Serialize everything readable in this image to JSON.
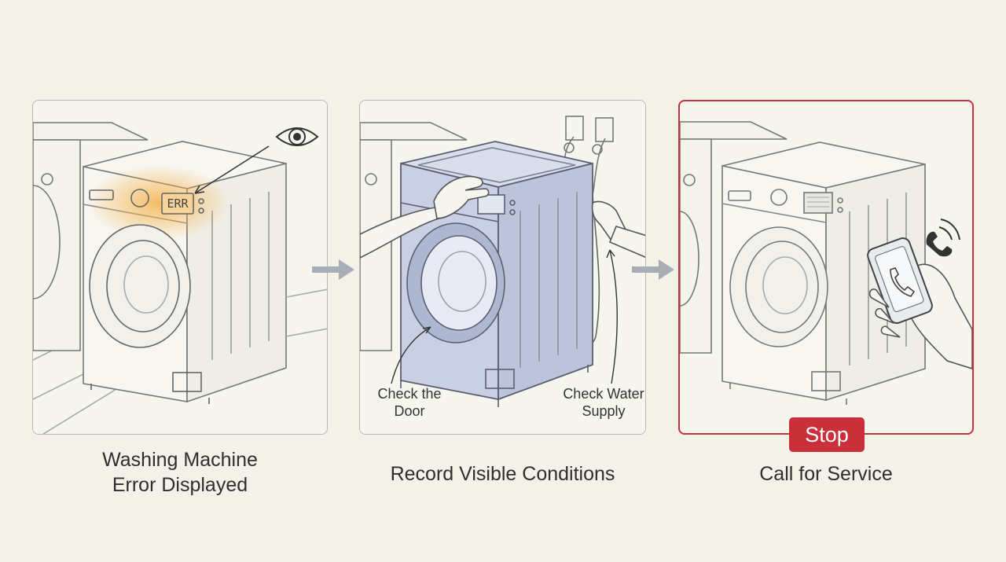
{
  "steps": [
    {
      "caption": "Washing Machine\nError Displayed",
      "display_text": "ERR"
    },
    {
      "caption": "Record Visible Conditions",
      "notes": [
        "Check the\nDoor",
        "Check Water\nSupply"
      ]
    },
    {
      "caption": "Call for Service",
      "badge": "Stop"
    }
  ],
  "colors": {
    "highlight": "#f5b24a",
    "stop": "#c9303a",
    "machine_tint": "#c9d0e3"
  },
  "icons": [
    "eye-icon",
    "arrow-right-icon",
    "phone-icon",
    "call-waves-icon"
  ]
}
